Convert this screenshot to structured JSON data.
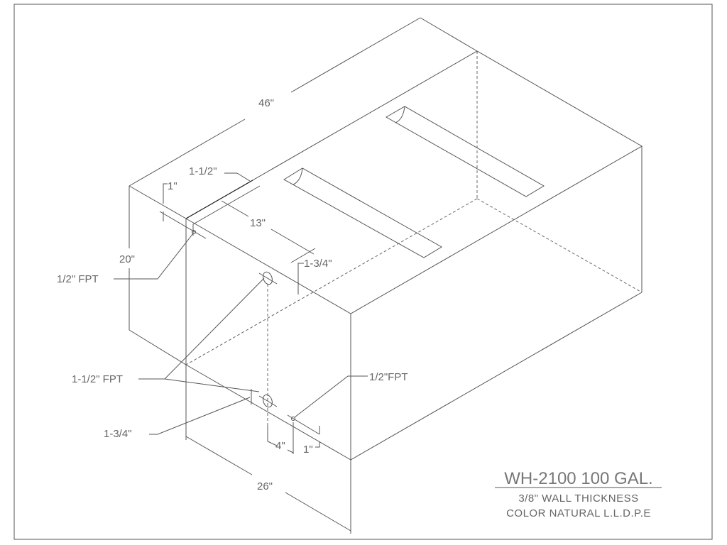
{
  "drawing": {
    "dimensions": {
      "length": "46\"",
      "height": "20\"",
      "width": "26\"",
      "notch_length": "13\"",
      "notch_width": "1-1/2\"",
      "notch_depth": "1\"",
      "top_fitting_offset": "1-3/4\"",
      "bottom_fitting_offset": "1-3/4\"",
      "drain_offset_horizontal": "4\"",
      "drain_offset_vertical": "1\""
    },
    "callouts": {
      "top_left_fitting": "1/2\" FPT",
      "main_fittings": "1-1/2\" FPT",
      "drain_fitting": "1/2\"FPT"
    }
  },
  "title_block": {
    "model": "WH-2100 100 GAL.",
    "wall": "3/8\" WALL THICKNESS",
    "material": "COLOR NATURAL L.L.D.P.E"
  }
}
